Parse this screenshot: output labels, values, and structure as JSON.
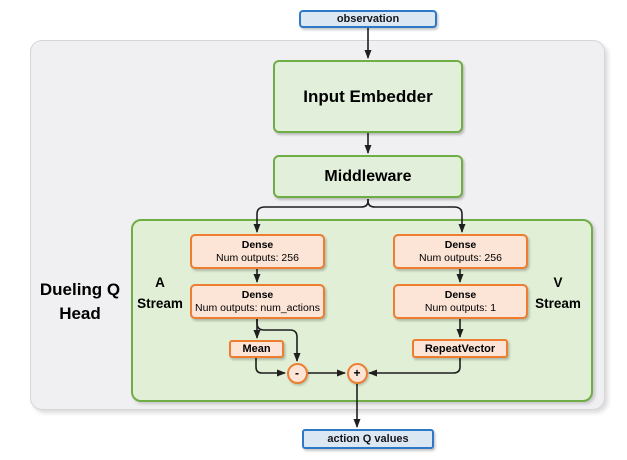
{
  "diagram": {
    "nodes": {
      "observation": "observation",
      "input_embedder": "Input Embedder",
      "middleware": "Middleware",
      "a_dense1": {
        "title": "Dense",
        "subtitle": "Num outputs: 256"
      },
      "a_dense2": {
        "title": "Dense",
        "subtitle": "Num outputs: num_actions"
      },
      "mean": "Mean",
      "v_dense1": {
        "title": "Dense",
        "subtitle": "Num outputs: 256"
      },
      "v_dense2": {
        "title": "Dense",
        "subtitle": "Num outputs: 1"
      },
      "repeat_vector": "RepeatVector",
      "minus_op": "-",
      "plus_op": "+",
      "action_q_values": "action Q values"
    },
    "labels": {
      "dueling_head_line1": "Dueling Q",
      "dueling_head_line2": "Head",
      "a_stream_line1": "A",
      "a_stream_line2": "Stream",
      "v_stream_line1": "V",
      "v_stream_line2": "Stream"
    },
    "colors": {
      "io_fill": "#dbe7f3",
      "io_border": "#2e79c7",
      "green_fill": "#e2efda",
      "green_border": "#6fad47",
      "container_green_fill": "#e0efd5",
      "orange_fill": "#fce4d6",
      "orange_border": "#ed7d31",
      "outer_container_fill": "#f0eff1",
      "outer_container_border": "#d6d5d8",
      "arrow": "#1f1f1f"
    }
  }
}
